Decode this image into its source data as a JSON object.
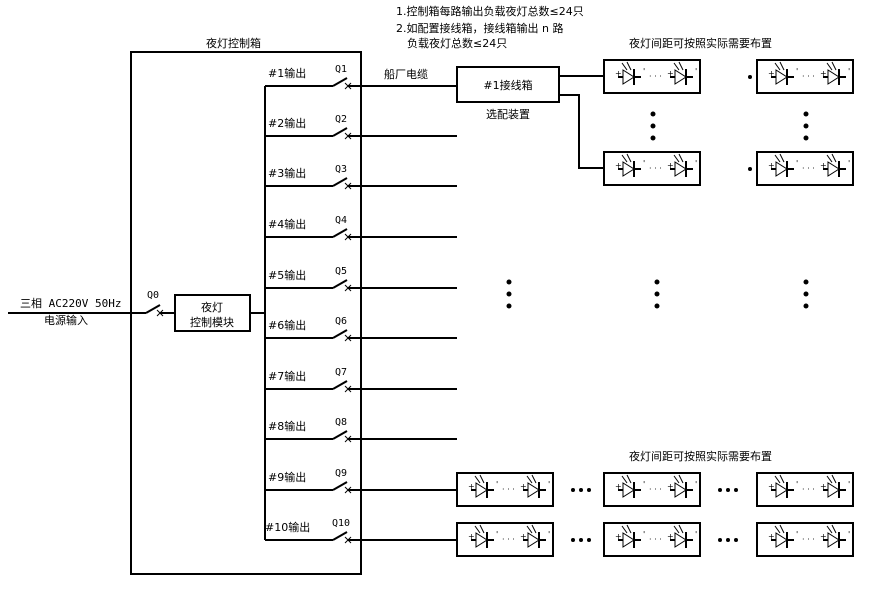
{
  "notes": [
    "1.控制箱每路输出负载夜灯总数≤24只",
    "2.如配置接线箱，接线箱输出 n 路",
    "负载夜灯总数≤24只"
  ],
  "control_box": {
    "title": "夜灯控制箱",
    "module_line1": "夜灯",
    "module_line2": "控制模块",
    "main_breaker": "Q0"
  },
  "power_input": {
    "line1": "三相 AC220V 50Hz",
    "line2": "电源输入"
  },
  "outputs": [
    {
      "label": "#1输出",
      "breaker": "Q1"
    },
    {
      "label": "#2输出",
      "breaker": "Q2"
    },
    {
      "label": "#3输出",
      "breaker": "Q3"
    },
    {
      "label": "#4输出",
      "breaker": "Q4"
    },
    {
      "label": "#5输出",
      "breaker": "Q5"
    },
    {
      "label": "#6输出",
      "breaker": "Q6"
    },
    {
      "label": "#7输出",
      "breaker": "Q7"
    },
    {
      "label": "#8输出",
      "breaker": "Q8"
    },
    {
      "label": "#9输出",
      "breaker": "Q9"
    },
    {
      "label": "#10输出",
      "breaker": "Q10"
    }
  ],
  "cable_label": "船厂电缆",
  "junction_box": {
    "label": "#1接线箱",
    "caption": "选配装置"
  },
  "spacing_note": "夜灯间距可按照实际需要布置",
  "ellipsis": "…",
  "led": {
    "plus": "+",
    "minus": "'"
  }
}
